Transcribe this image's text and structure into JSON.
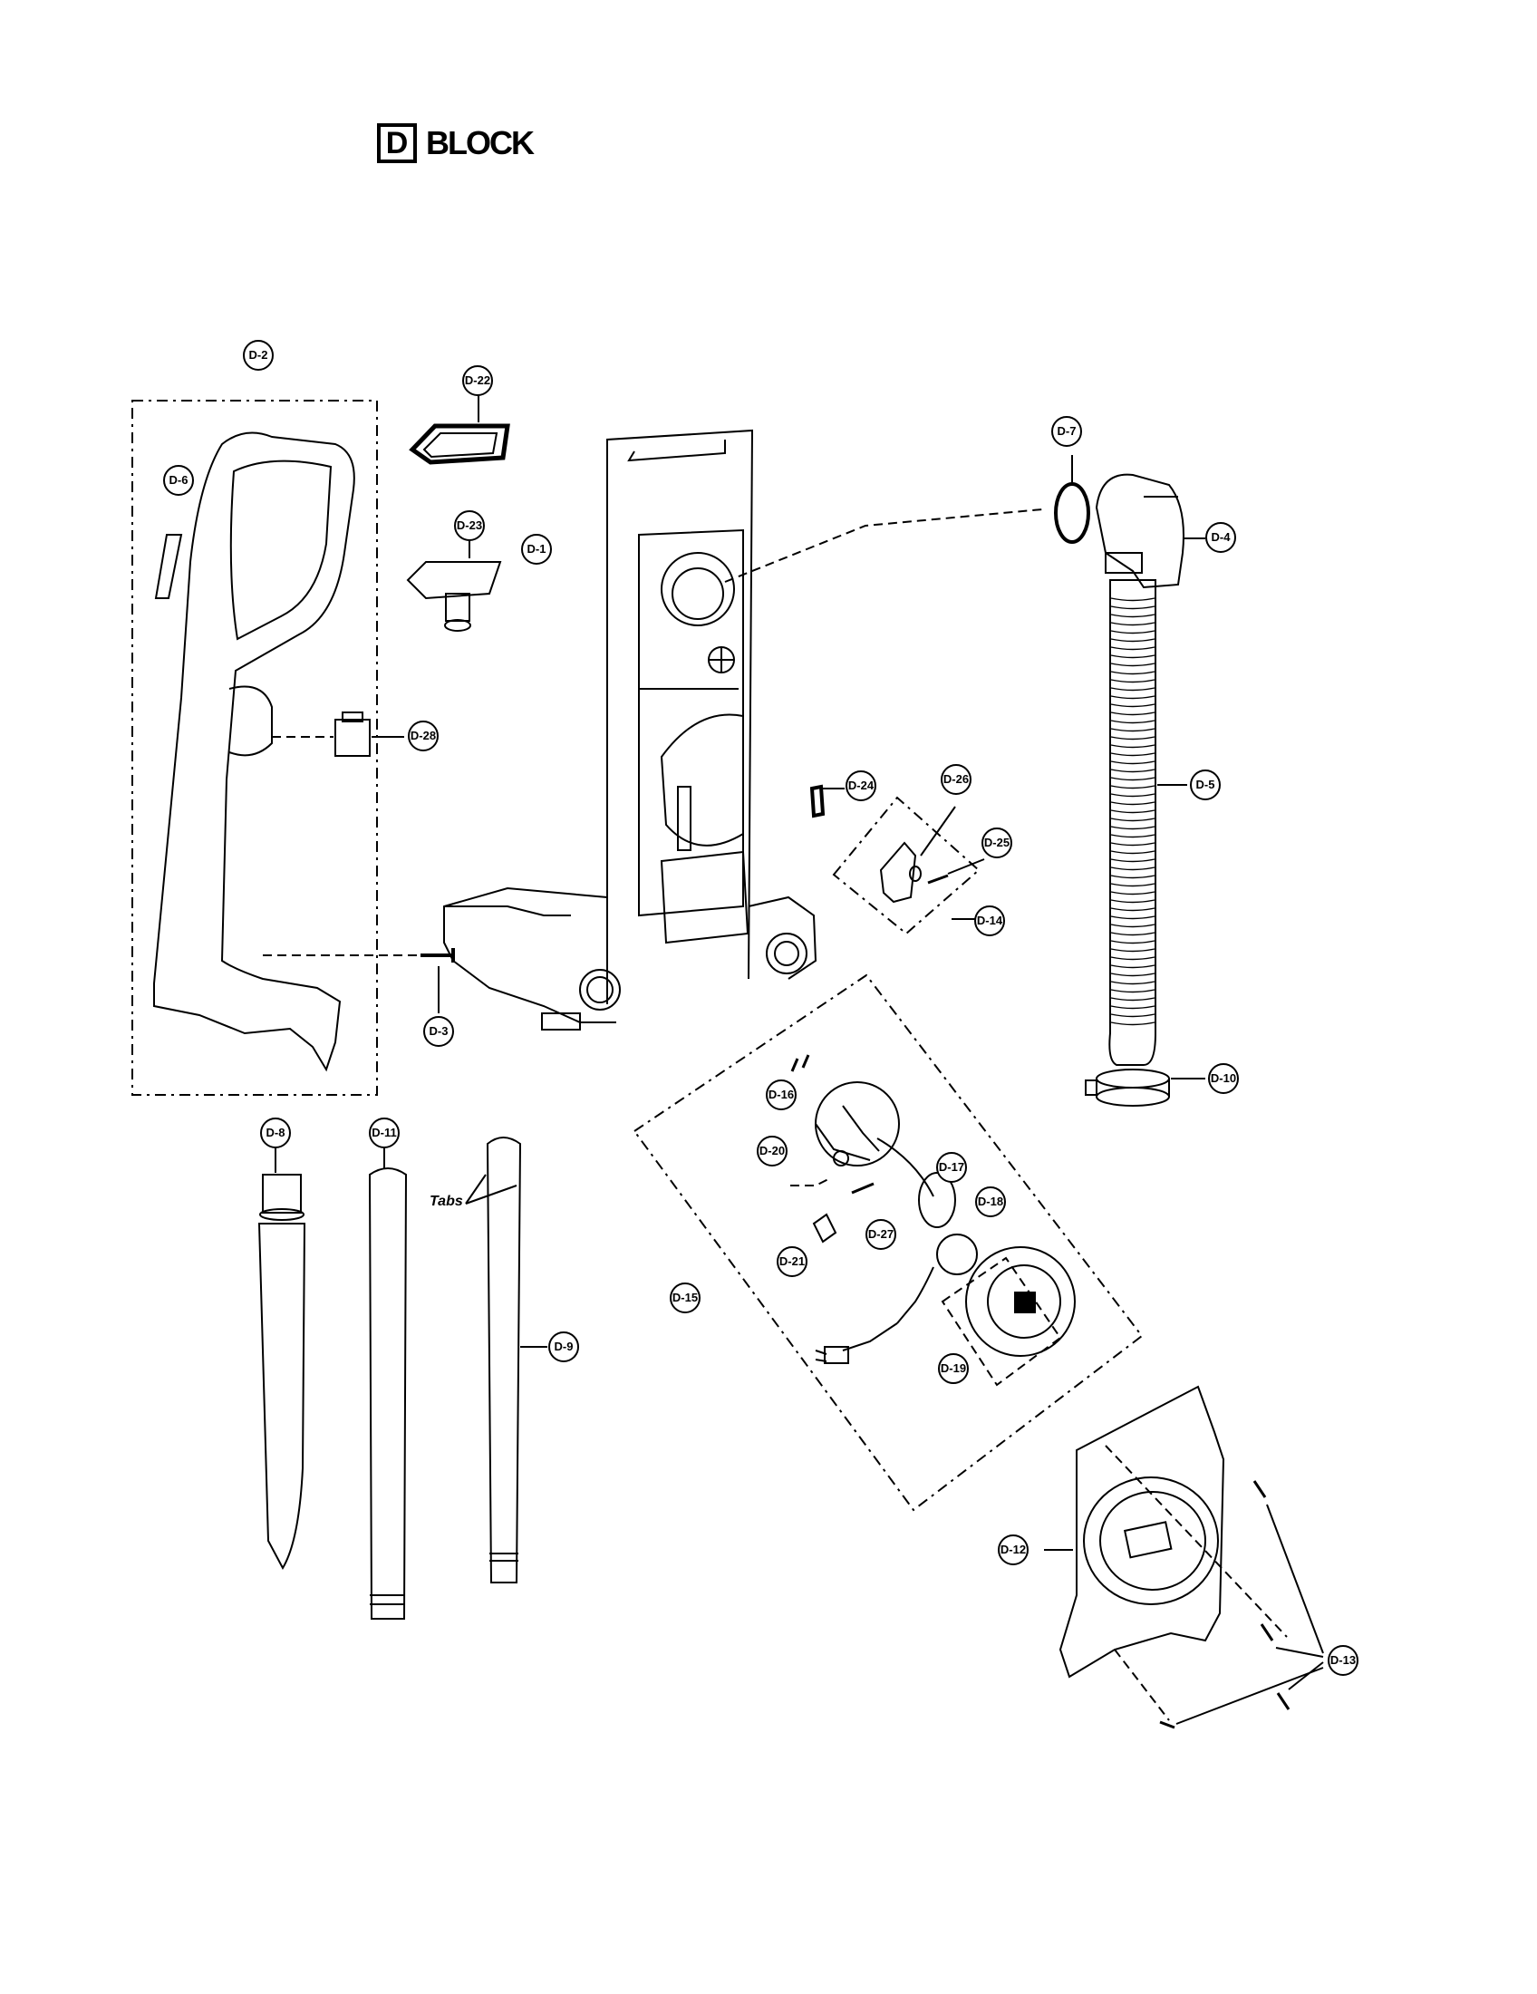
{
  "header": {
    "block_letter": "D",
    "block_word": "BLOCK"
  },
  "tabs_note": "Tabs",
  "callouts": [
    {
      "id": "d2",
      "label": "D-2"
    },
    {
      "id": "d6",
      "label": "D-6"
    },
    {
      "id": "d22",
      "label": "D-22"
    },
    {
      "id": "d23",
      "label": "D-23"
    },
    {
      "id": "d1",
      "label": "D-1"
    },
    {
      "id": "d7",
      "label": "D-7"
    },
    {
      "id": "d4",
      "label": "D-4"
    },
    {
      "id": "d28",
      "label": "D-28"
    },
    {
      "id": "d24",
      "label": "D-24"
    },
    {
      "id": "d26",
      "label": "D-26"
    },
    {
      "id": "d5",
      "label": "D-5"
    },
    {
      "id": "d25",
      "label": "D-25"
    },
    {
      "id": "d14",
      "label": "D-14"
    },
    {
      "id": "d3",
      "label": "D-3"
    },
    {
      "id": "d16",
      "label": "D-16"
    },
    {
      "id": "d10",
      "label": "D-10"
    },
    {
      "id": "d8",
      "label": "D-8"
    },
    {
      "id": "d11",
      "label": "D-11"
    },
    {
      "id": "d20",
      "label": "D-20"
    },
    {
      "id": "d17",
      "label": "D-17"
    },
    {
      "id": "d18",
      "label": "D-18"
    },
    {
      "id": "d27",
      "label": "D-27"
    },
    {
      "id": "d21",
      "label": "D-21"
    },
    {
      "id": "d15",
      "label": "D-15"
    },
    {
      "id": "d9",
      "label": "D-9"
    },
    {
      "id": "d19",
      "label": "D-19"
    },
    {
      "id": "d12",
      "label": "D-12"
    },
    {
      "id": "d13",
      "label": "D-13"
    }
  ]
}
